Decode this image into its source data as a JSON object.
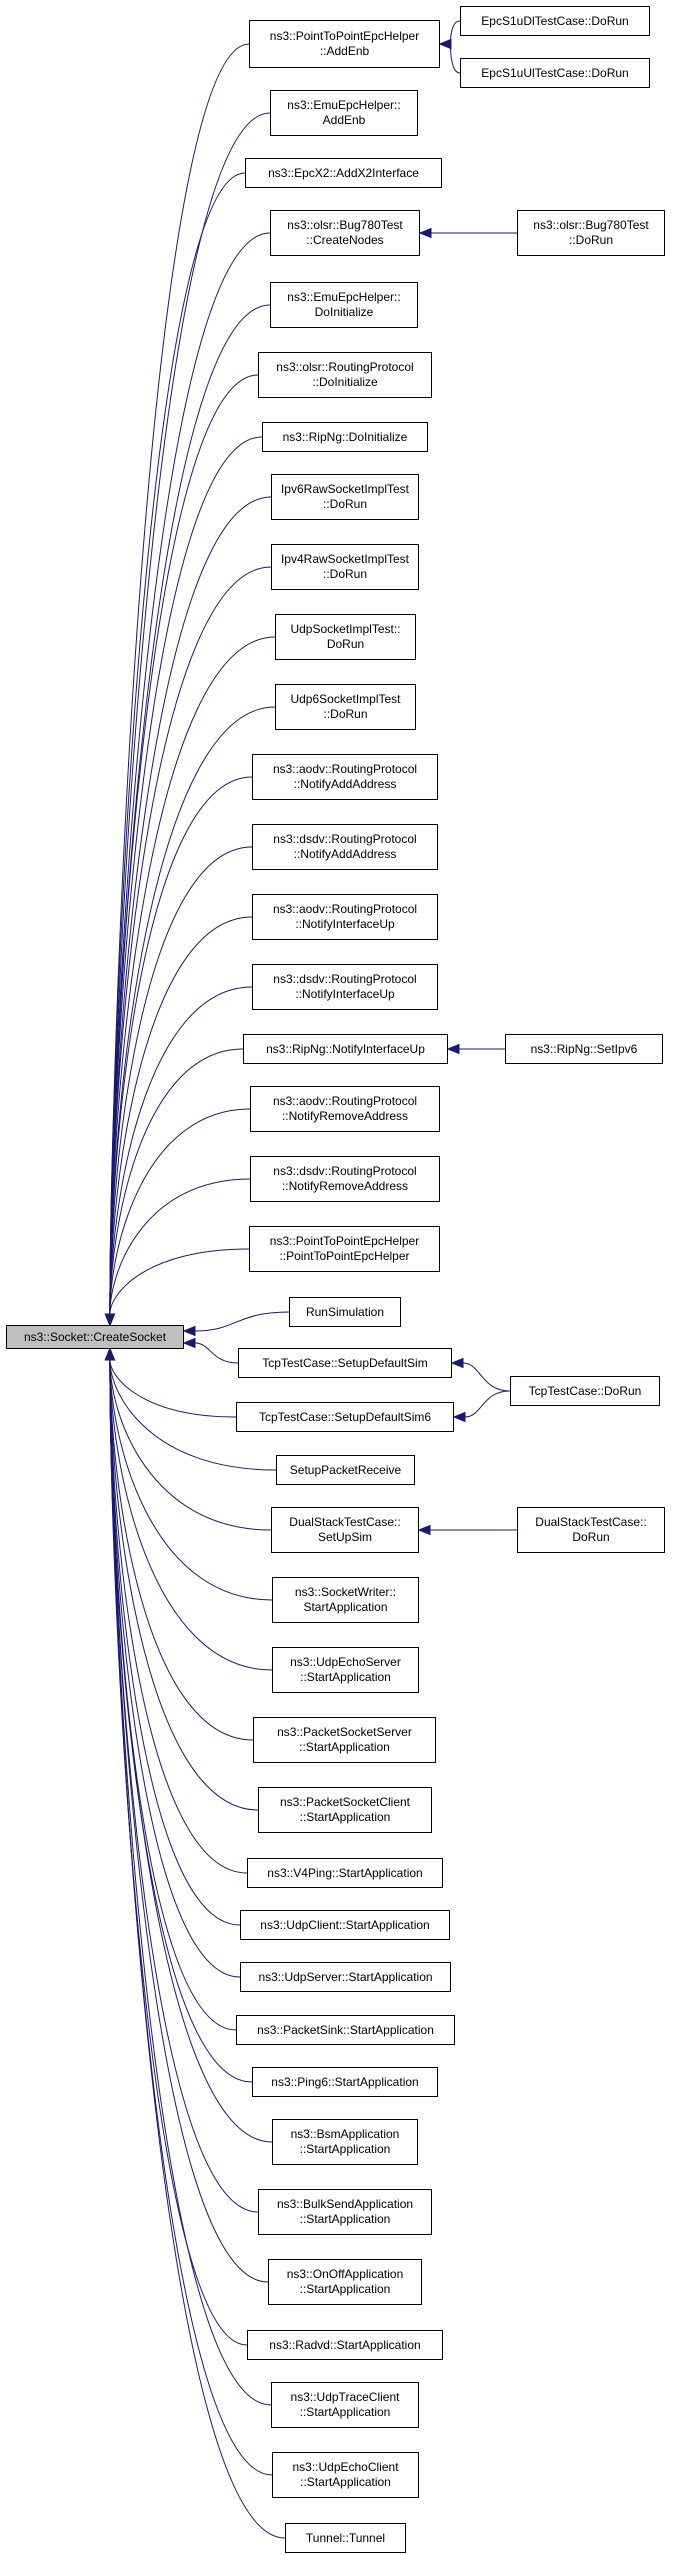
{
  "diagram": {
    "title": "",
    "focus_node": "ns3::Socket::CreateSocket",
    "edge_color": "#191970",
    "focus_fill": "#bfbfbf",
    "callers": [
      {
        "id": "c0",
        "lines": [
          "ns3::PointToPointEpcHelper",
          "::AddEnb"
        ]
      },
      {
        "id": "c1",
        "lines": [
          "ns3::EmuEpcHelper::",
          "AddEnb"
        ]
      },
      {
        "id": "c2",
        "lines": [
          "ns3::EpcX2::AddX2Interface"
        ]
      },
      {
        "id": "c3",
        "lines": [
          "ns3::olsr::Bug780Test",
          "::CreateNodes"
        ]
      },
      {
        "id": "c4",
        "lines": [
          "ns3::EmuEpcHelper::",
          "DoInitialize"
        ]
      },
      {
        "id": "c5",
        "lines": [
          "ns3::olsr::RoutingProtocol",
          "::DoInitialize"
        ]
      },
      {
        "id": "c6",
        "lines": [
          "ns3::RipNg::DoInitialize"
        ]
      },
      {
        "id": "c7",
        "lines": [
          "Ipv6RawSocketImplTest",
          "::DoRun"
        ]
      },
      {
        "id": "c8",
        "lines": [
          "Ipv4RawSocketImplTest",
          "::DoRun"
        ]
      },
      {
        "id": "c9",
        "lines": [
          "UdpSocketImplTest::",
          "DoRun"
        ]
      },
      {
        "id": "c10",
        "lines": [
          "Udp6SocketImplTest",
          "::DoRun"
        ]
      },
      {
        "id": "c11",
        "lines": [
          "ns3::aodv::RoutingProtocol",
          "::NotifyAddAddress"
        ]
      },
      {
        "id": "c12",
        "lines": [
          "ns3::dsdv::RoutingProtocol",
          "::NotifyAddAddress"
        ]
      },
      {
        "id": "c13",
        "lines": [
          "ns3::aodv::RoutingProtocol",
          "::NotifyInterfaceUp"
        ]
      },
      {
        "id": "c14",
        "lines": [
          "ns3::dsdv::RoutingProtocol",
          "::NotifyInterfaceUp"
        ]
      },
      {
        "id": "c15",
        "lines": [
          "ns3::RipNg::NotifyInterfaceUp"
        ]
      },
      {
        "id": "c16",
        "lines": [
          "ns3::aodv::RoutingProtocol",
          "::NotifyRemoveAddress"
        ]
      },
      {
        "id": "c17",
        "lines": [
          "ns3::dsdv::RoutingProtocol",
          "::NotifyRemoveAddress"
        ]
      },
      {
        "id": "c18",
        "lines": [
          "ns3::PointToPointEpcHelper",
          "::PointToPointEpcHelper"
        ]
      },
      {
        "id": "c19",
        "lines": [
          "RunSimulation"
        ]
      },
      {
        "id": "c20",
        "lines": [
          "TcpTestCase::SetupDefaultSim"
        ]
      },
      {
        "id": "c21",
        "lines": [
          "TcpTestCase::SetupDefaultSim6"
        ]
      },
      {
        "id": "c22",
        "lines": [
          "SetupPacketReceive"
        ]
      },
      {
        "id": "c23",
        "lines": [
          "DualStackTestCase::",
          "SetUpSim"
        ]
      },
      {
        "id": "c24",
        "lines": [
          "ns3::SocketWriter::",
          "StartApplication"
        ]
      },
      {
        "id": "c25",
        "lines": [
          "ns3::UdpEchoServer",
          "::StartApplication"
        ]
      },
      {
        "id": "c26",
        "lines": [
          "ns3::PacketSocketServer",
          "::StartApplication"
        ]
      },
      {
        "id": "c27",
        "lines": [
          "ns3::PacketSocketClient",
          "::StartApplication"
        ]
      },
      {
        "id": "c28",
        "lines": [
          "ns3::V4Ping::StartApplication"
        ]
      },
      {
        "id": "c29",
        "lines": [
          "ns3::UdpClient::StartApplication"
        ]
      },
      {
        "id": "c30",
        "lines": [
          "ns3::UdpServer::StartApplication"
        ]
      },
      {
        "id": "c31",
        "lines": [
          "ns3::PacketSink::StartApplication"
        ]
      },
      {
        "id": "c32",
        "lines": [
          "ns3::Ping6::StartApplication"
        ]
      },
      {
        "id": "c33",
        "lines": [
          "ns3::BsmApplication",
          "::StartApplication"
        ]
      },
      {
        "id": "c34",
        "lines": [
          "ns3::BulkSendApplication",
          "::StartApplication"
        ]
      },
      {
        "id": "c35",
        "lines": [
          "ns3::OnOffApplication",
          "::StartApplication"
        ]
      },
      {
        "id": "c36",
        "lines": [
          "ns3::Radvd::StartApplication"
        ]
      },
      {
        "id": "c37",
        "lines": [
          "ns3::UdpTraceClient",
          "::StartApplication"
        ]
      },
      {
        "id": "c38",
        "lines": [
          "ns3::UdpEchoClient",
          "::StartApplication"
        ]
      },
      {
        "id": "c39",
        "lines": [
          "Tunnel::Tunnel"
        ]
      }
    ],
    "second_level": [
      {
        "id": "s0",
        "lines": [
          "EpcS1uDlTestCase::DoRun"
        ],
        "targets": [
          "c0"
        ]
      },
      {
        "id": "s1",
        "lines": [
          "EpcS1uUlTestCase::DoRun"
        ],
        "targets": [
          "c0"
        ]
      },
      {
        "id": "s2",
        "lines": [
          "ns3::olsr::Bug780Test",
          "::DoRun"
        ],
        "targets": [
          "c3"
        ]
      },
      {
        "id": "s3",
        "lines": [
          "ns3::RipNg::SetIpv6"
        ],
        "targets": [
          "c15"
        ]
      },
      {
        "id": "s4",
        "lines": [
          "TcpTestCase::DoRun"
        ],
        "targets": [
          "c20",
          "c21"
        ]
      },
      {
        "id": "s5",
        "lines": [
          "DualStackTestCase::",
          "DoRun"
        ],
        "targets": [
          "c23"
        ]
      }
    ]
  }
}
